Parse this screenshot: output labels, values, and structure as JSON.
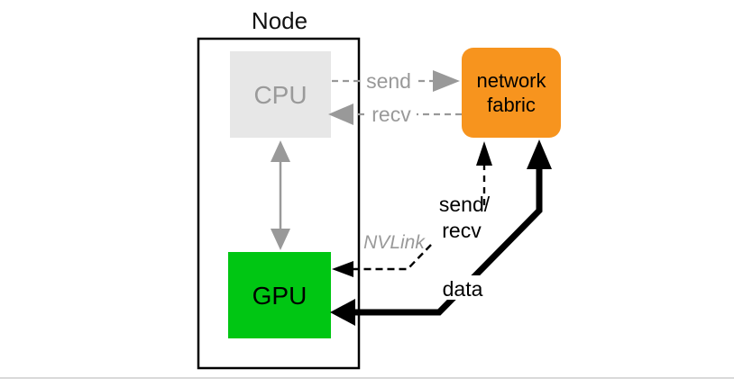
{
  "diagram": {
    "title": "Node",
    "boxes": {
      "cpu": {
        "label": "CPU"
      },
      "gpu": {
        "label": "GPU"
      },
      "network_fabric": {
        "label_line1": "network",
        "label_line2": "fabric"
      }
    },
    "arrows": {
      "send": {
        "label": "send"
      },
      "recv": {
        "label": "recv"
      },
      "send_recv": {
        "label_line1": "send/",
        "label_line2": "recv"
      },
      "nvlink": {
        "label": "NVLink"
      },
      "data": {
        "label": "data"
      }
    }
  },
  "colors": {
    "cpu_fill": "#e7e7e7",
    "cpu_text": "#9a9a9a",
    "gpu_fill": "#00c613",
    "fabric_fill": "#f7941e",
    "gray_arrow": "#999999",
    "black": "#000000",
    "node_border": "#000000",
    "divider": "#d9d9d9",
    "background": "#ffffff"
  }
}
